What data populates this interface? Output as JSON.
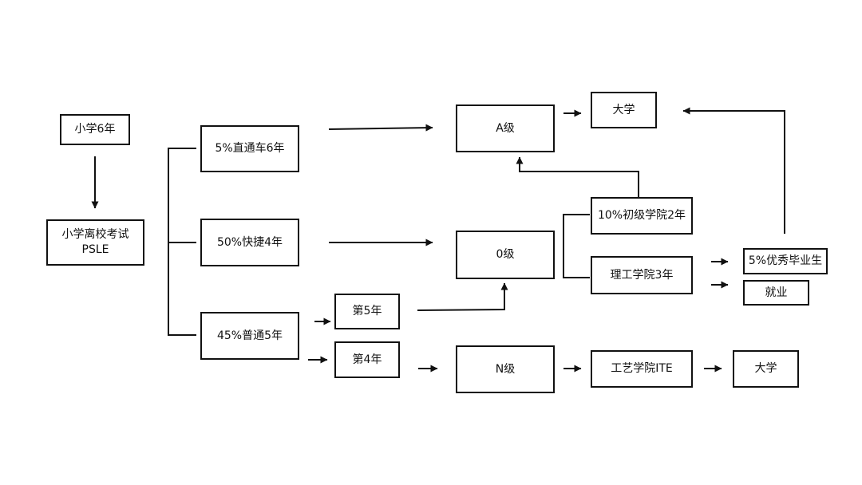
{
  "diagram": {
    "line_color": "#111111",
    "nodes": {
      "primary": [
        "小学6年"
      ],
      "psle": [
        "小学离校考试",
        "PSLE"
      ],
      "express6": [
        "5%直通车6年"
      ],
      "express4": [
        "50%快捷4年"
      ],
      "normal5": [
        "45%普通5年"
      ],
      "year5": [
        "第5年"
      ],
      "year4": [
        "第4年"
      ],
      "a_level": [
        "A级"
      ],
      "o_level": [
        "0级"
      ],
      "n_level": [
        "N级"
      ],
      "university_top": [
        "大学"
      ],
      "junior_college": [
        "10%初级学院2年"
      ],
      "polytechnic": [
        "理工学院3年"
      ],
      "ite": [
        "工艺学院ITE"
      ],
      "university_bottom": [
        "大学"
      ],
      "top5pct_grads": [
        "5%优秀毕业生"
      ],
      "employment": [
        "就业"
      ]
    }
  }
}
